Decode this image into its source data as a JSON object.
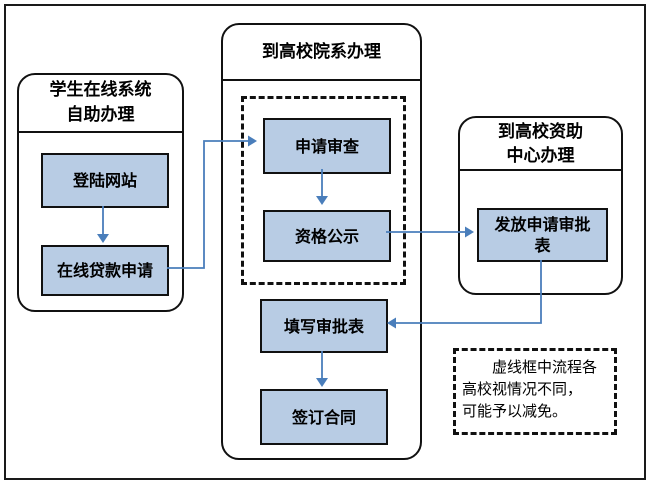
{
  "colors": {
    "box_fill": "#b8cce4",
    "box_border": "#111111",
    "container_border": "#111111",
    "arrow": "#4a7ebb",
    "frame_border": "#1a1a1a"
  },
  "groups": {
    "online": {
      "title": "学生在线系统\n自助办理",
      "boxes": {
        "login": "登陆网站",
        "apply": "在线贷款申请"
      }
    },
    "department": {
      "title": "到高校院系办理",
      "boxes": {
        "review": "申请审查",
        "publicity": "资格公示",
        "fill_form": "填写审批表",
        "sign": "签订合同"
      }
    },
    "aid_center": {
      "title": "到高校资助\n中心办理",
      "boxes": {
        "issue_form": "发放申请审批\n表"
      }
    }
  },
  "note": {
    "text": "虚线框中流程各\n高校视情况不同，\n可能予以减免。"
  }
}
